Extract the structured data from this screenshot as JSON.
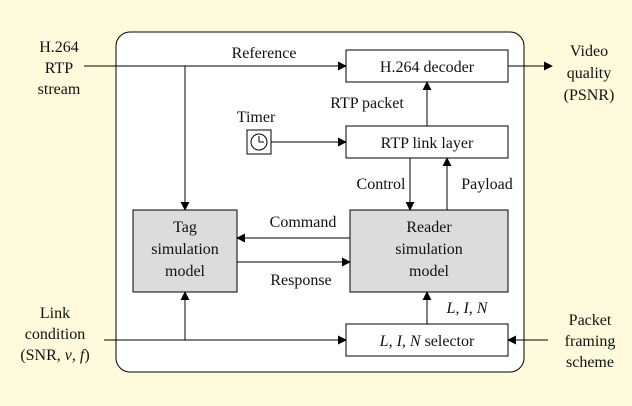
{
  "colors": {
    "background": "#fdfbdc",
    "panel": "#ffffff",
    "block": "#ffffff",
    "shaded_block": "#dcdcdc",
    "stroke": "#000000"
  },
  "inputs": {
    "stream": [
      "H.264",
      "RTP",
      "stream"
    ],
    "link_condition": [
      "Link",
      "condition",
      "(SNR, v, f)"
    ],
    "packet_framing": [
      "Packet",
      "framing",
      "scheme"
    ]
  },
  "outputs": {
    "video_quality": [
      "Video",
      "quality",
      "(PSNR)"
    ]
  },
  "blocks": {
    "decoder": "H.264 decoder",
    "rtp_link": "RTP link layer",
    "tag_model": [
      "Tag",
      "simulation",
      "model"
    ],
    "reader_model": [
      "Reader",
      "simulation",
      "model"
    ],
    "selector": "L, I, N selector"
  },
  "timer": {
    "label": "Timer",
    "icon": "clock-icon"
  },
  "edge_labels": {
    "reference": "Reference",
    "rtp_packet": "RTP packet",
    "control": "Control",
    "payload": "Payload",
    "command": "Command",
    "response": "Response",
    "lin": "L, I, N"
  }
}
